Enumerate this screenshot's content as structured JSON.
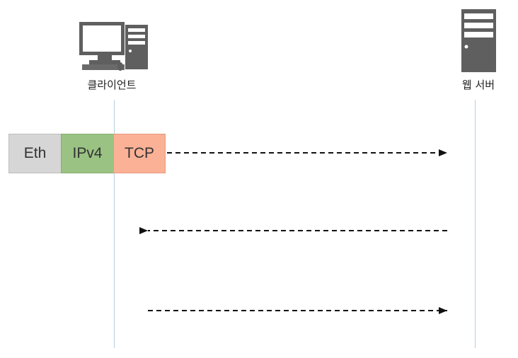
{
  "nodes": {
    "client": {
      "label": "클라이언트"
    },
    "server": {
      "label": "웹 서버"
    }
  },
  "packet": {
    "eth": "Eth",
    "ipv4": "IPv4",
    "tcp": "TCP"
  },
  "colors": {
    "eth": "#d6d6d6",
    "ipv4": "#9ac283",
    "tcp": "#fbb196",
    "lifeline": "#b7cfe0",
    "icon": "#5f5f5f"
  },
  "arrows": [
    {
      "direction": "client-to-server",
      "style": "dashed"
    },
    {
      "direction": "server-to-client",
      "style": "dashed"
    },
    {
      "direction": "client-to-server",
      "style": "dashed"
    }
  ]
}
